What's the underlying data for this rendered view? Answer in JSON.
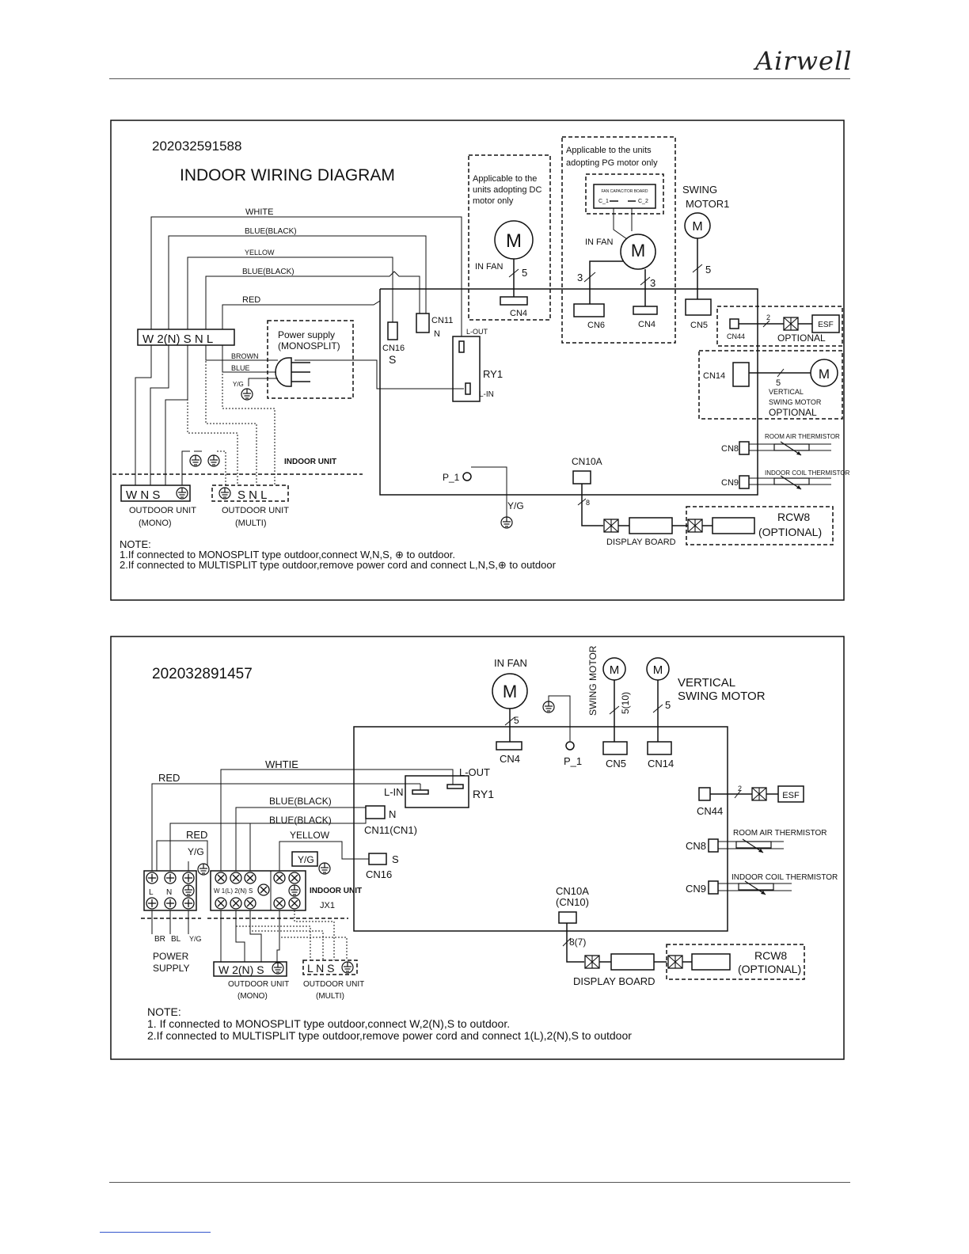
{
  "header": {
    "brand": "Airwell"
  },
  "diagram1": {
    "code": "202032591588",
    "title": "INDOOR WIRING DIAGRAM",
    "dc_note": [
      "Applicable to the",
      "units adopting DC",
      "motor only"
    ],
    "pg_note": [
      "Applicable to the units",
      "adopting  PG motor only"
    ],
    "fan_cap_board": "FAN CAPACITOR BOARD",
    "c1": "C_1",
    "c2": "C_2",
    "in_fan": "IN  FAN",
    "in_fan2": "IN  FAN",
    "m": "M",
    "swing_motor": [
      "SWING",
      "MOTOR1"
    ],
    "wire_white": "WHITE",
    "wire_blue_black_1": "BLUE(BLACK)",
    "wire_yellow": "YELLOW",
    "wire_blue_black_2": "BLUE(BLACK)",
    "wire_red": "RED",
    "terminal": "W 2(N)  S  N  L",
    "power_supply": [
      "Power supply",
      "(MONOSPLIT)"
    ],
    "brown": "BROWN",
    "blue": "BLUE",
    "yg_small": "Y/G",
    "cn16": "CN16",
    "s": "S",
    "cn11": "CN11",
    "n": "N",
    "l_out": "L-OUT",
    "ry1": "RY1",
    "l_in": "L-IN",
    "cn4_dc": "CN4",
    "cn6": "CN6",
    "cn4_pg": "CN4",
    "cn5": "CN5",
    "five_a": "5",
    "three_a": "3",
    "three_b": "3",
    "five_b": "5",
    "cn44": "CN44",
    "two": "2",
    "esf": "ESF",
    "optional1": "OPTIONAL",
    "cn14": "CN14",
    "five_c": "5",
    "vertical_swing": [
      "VERTICAL",
      "SWING MOTOR"
    ],
    "optional2": "OPTIONAL",
    "cn8": "CN8",
    "room_air": "ROOM AIR THERMISTOR",
    "cn9": "CN9",
    "indoor_coil": "INDOOR COIL THERMISTOR",
    "indoor_unit": "INDOOR UNIT",
    "cn10a": "CN10A",
    "p1": "P_1",
    "yg": "Y/G",
    "eight": "8",
    "display_board": "DISPLAY BOARD",
    "rcw8": "RCW8",
    "rcw8_opt": "(OPTIONAL)",
    "outdoor_mono_terms": "W  N  S",
    "outdoor_multi_terms": "S  N  L",
    "outdoor_unit": "OUTDOOR UNIT",
    "mono": "(MONO)",
    "multi": "(MULTI)",
    "note": [
      "NOTE:",
      "1.If connected to MONOSPLIT type outdoor,connect W,N,S, ⊕ to outdoor.",
      "2.If connected to MULTISPLIT type outdoor,remove power cord and connect L,N,S,⊕  to outdoor"
    ]
  },
  "diagram2": {
    "code": "202032891457",
    "in_fan": "IN  FAN",
    "m": "M",
    "swing_motor": "SWING MOTOR",
    "vertical_swing": [
      "VERTICAL",
      "SWING MOTOR"
    ],
    "five_a": "5",
    "five_ten": "5(10)",
    "five_b": "5",
    "cn4": "CN4",
    "p1": "P_1",
    "cn5": "CN5",
    "cn14": "CN14",
    "whtie": "WHTIE",
    "red_top": "RED",
    "l_out": "L-OUT",
    "l_in": "L-IN",
    "ry1": "RY1",
    "blue_black_1": "BLUE(BLACK)",
    "n": "N",
    "blue_black_2": "BLUE(BLACK)",
    "cn11": "CN11(CN1)",
    "red": "RED",
    "yellow": "YELLOW",
    "yg_1": "Y/G",
    "yg_2": "Y/G",
    "s": "S",
    "cn16": "CN16",
    "cn44": "CN44",
    "two": "2",
    "esf": "ESF",
    "cn8": "CN8",
    "room_air": "ROOM AIR THERMISTOR",
    "cn9": "CN9",
    "indoor_coil": "INDOOR COIL THERMISTOR",
    "terminal_l": "L",
    "terminal_n": "N",
    "indoor_terms": "W  1(L) 2(N)   S",
    "indoor_unit": "INDOOR UNIT",
    "jx1": "JX1",
    "br": "BR",
    "bl": "BL",
    "yg_3": "Y/G",
    "power_supply": [
      "POWER",
      "SUPPLY"
    ],
    "cn10a": [
      "CN10A",
      "(CN10)"
    ],
    "eight": "8(7)",
    "display_board": "DISPLAY BOARD",
    "rcw8": "RCW8",
    "rcw8_opt": "(OPTIONAL)",
    "outdoor_mono_terms": "W 2(N) S",
    "outdoor_multi_terms": "L  N S",
    "outdoor_unit": "OUTDOOR UNIT",
    "mono": "(MONO)",
    "multi": "(MULTI)",
    "note": [
      "NOTE:",
      "1. If connected to MONOSPLIT type outdoor,connect W,2(N),S to outdoor.",
      "2.If connected to MULTISPLIT type outdoor,remove power cord and connect 1(L),2(N),S to outdoor"
    ]
  }
}
